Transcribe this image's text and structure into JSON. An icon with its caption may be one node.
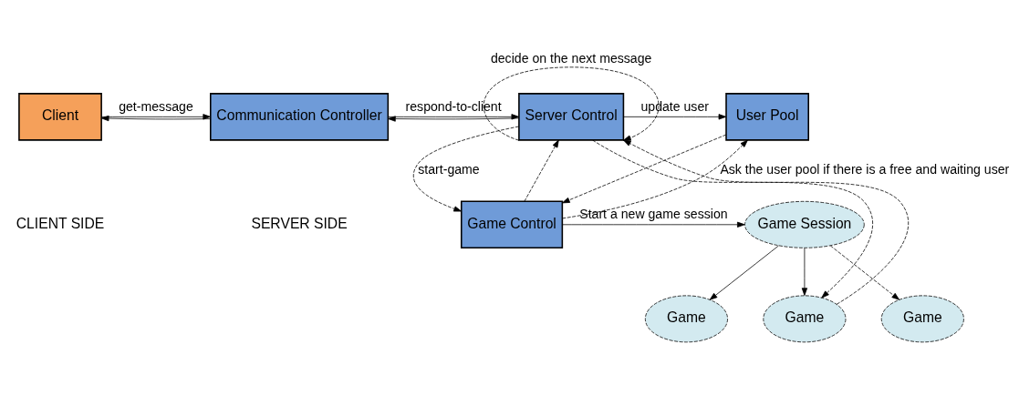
{
  "diagram": {
    "nodes": [
      {
        "text": [
          "Client"
        ]
      },
      {
        "text": [
          "Communication Controller"
        ]
      },
      {
        "text": [
          "Server Control"
        ]
      },
      {
        "text": [
          "User Pool"
        ]
      },
      {
        "text": [
          "Game Control"
        ]
      },
      {
        "text": [
          "Game"
        ]
      },
      {
        "text": [
          "Game"
        ]
      },
      {
        "text": [
          "Game"
        ]
      },
      {
        "text": [
          "Game Session"
        ]
      }
    ],
    "edges": [
      {
        "from": 0,
        "to": 1,
        "arrow": "to",
        "label": "get-message"
      },
      {
        "from": 1,
        "to": 0,
        "arrow": "to"
      },
      {
        "from": 1,
        "to": 2,
        "arrow": "to",
        "label": "respond-to-client"
      },
      {
        "from": 2,
        "to": 1,
        "arrow": "to"
      },
      {
        "from": 2,
        "to": 3,
        "arrow": "to",
        "label": "update user"
      },
      {
        "from": 2,
        "to": 2,
        "arrow": "to",
        "label": "decide on the next message",
        "style": "dashed"
      },
      {
        "from": 2,
        "to": 7,
        "arrow": "to",
        "style": "dashed"
      },
      {
        "from": 7,
        "to": 2,
        "arrow": "to",
        "style": "dashed"
      },
      {
        "from": 2,
        "to": 4,
        "arrow": "to",
        "label": "start-game",
        "style": "dashed"
      },
      {
        "from": 4,
        "to": 2,
        "arrow": "to",
        "style": "dashed"
      },
      {
        "from": 4,
        "to": 8,
        "arrow": "to",
        "label": "Start a new game session"
      },
      {
        "from": 8,
        "to": 5,
        "arrow": "to"
      },
      {
        "from": 8,
        "to": 6,
        "arrow": "to",
        "style": "dashed"
      },
      {
        "from": 8,
        "to": 7,
        "arrow": "to"
      },
      {
        "from": 4,
        "to": 3,
        "arrow": "to",
        "label": "Ask the user pool if there is a free and waiting user",
        "style": "dashed"
      },
      {
        "from": 3,
        "to": 4,
        "arrow": "to",
        "style": "dashed"
      }
    ],
    "labels": [
      "CLIENT SIDE",
      "SERVER SIDE"
    ]
  }
}
